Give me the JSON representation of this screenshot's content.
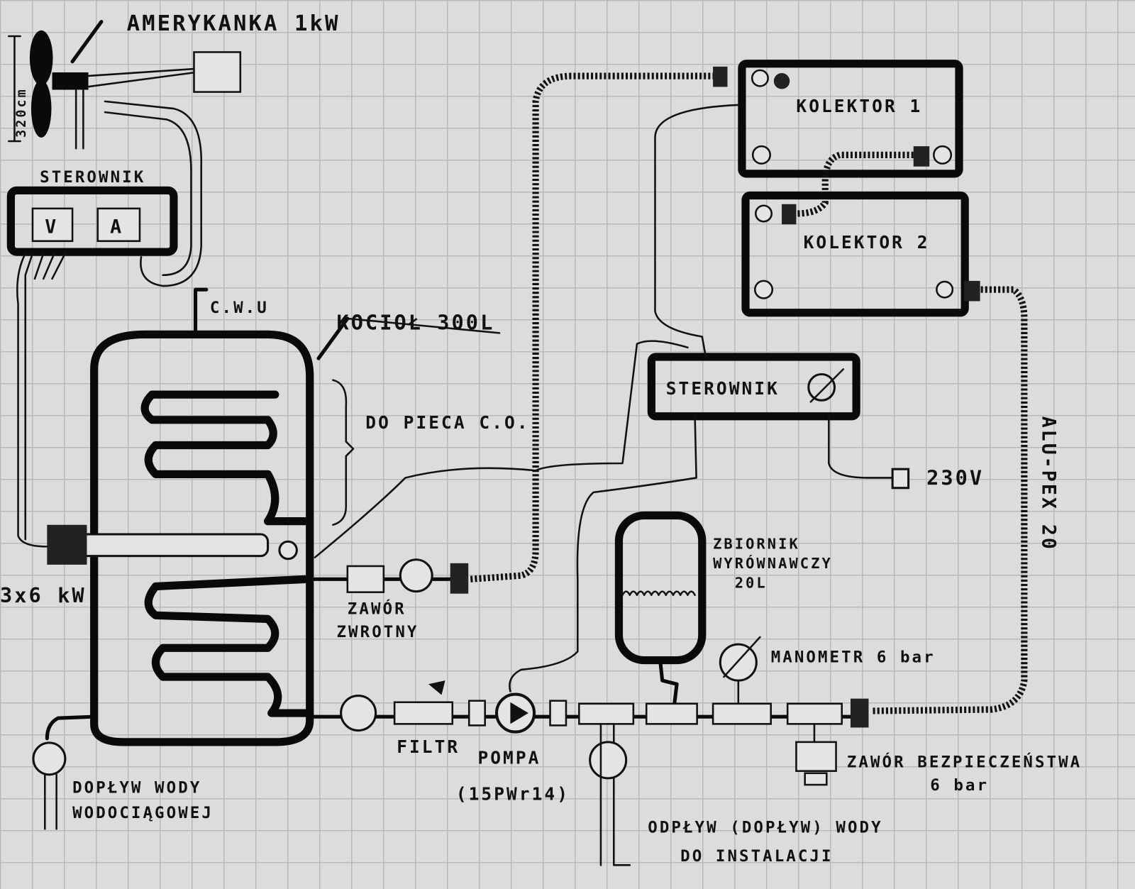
{
  "title_label": "AMERYKANKA 1kW",
  "height_label": "320cm",
  "wind_controller": {
    "label": "STEROWNIK",
    "meter_v": "V",
    "meter_a": "A"
  },
  "boiler": {
    "label": "KOCIOŁ 300L",
    "cwu": "C.W.U",
    "heater": "3x6 kW",
    "stove": "DO PIECA C.O."
  },
  "check_valve": {
    "label_1": "ZAWÓR",
    "label_2": "ZWROTNY"
  },
  "collectors": [
    "KOLEKTOR 1",
    "KOLEKTOR 2"
  ],
  "solar_controller": {
    "label": "STEROWNIK",
    "power": "230V"
  },
  "pipe_label": "ALU-PEX 20",
  "expansion_tank": {
    "line_1": "ZBIORNIK",
    "line_2": "WYRÓWNAWCZY",
    "line_3": "20L"
  },
  "manometer": "MANOMETR 6 bar",
  "filter": "FILTR",
  "pump": {
    "label": "POMPA",
    "model": "(15PWr14)"
  },
  "safety_valve": {
    "line_1": "ZAWÓR BEZPIECZEŃSTWA",
    "line_2": "6 bar"
  },
  "water_supply": {
    "line_1": "DOPŁYW WODY",
    "line_2": "WODOCIĄGOWEJ"
  },
  "drain": {
    "line_1": "ODPŁYW (DOPŁYW) WODY",
    "line_2": "DO INSTALACJI"
  }
}
